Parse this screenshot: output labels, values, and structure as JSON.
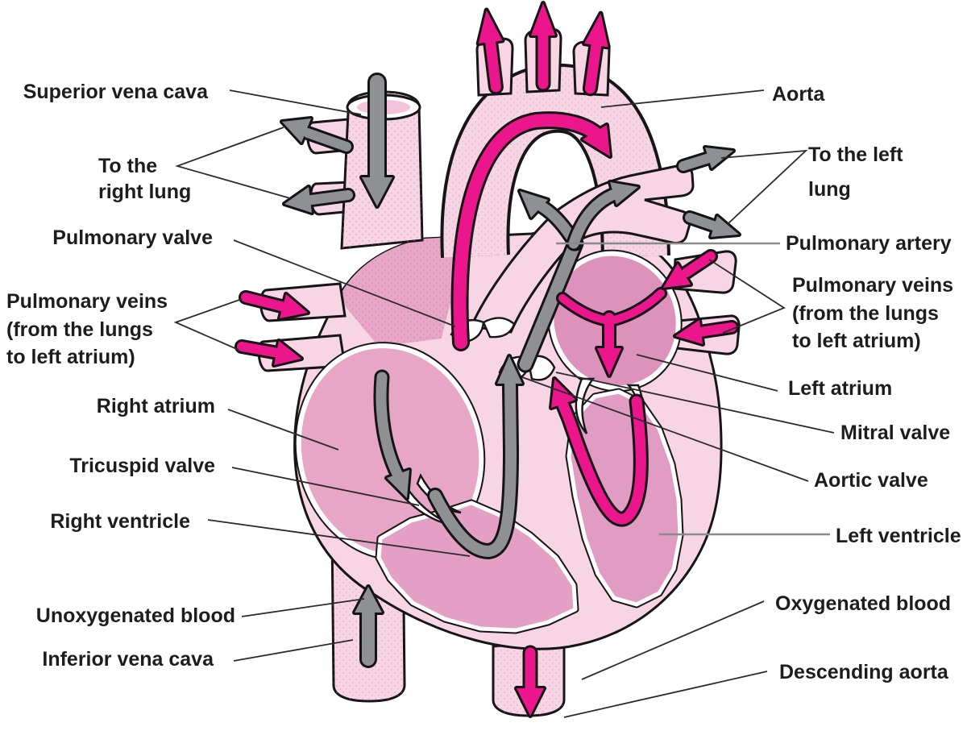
{
  "colors": {
    "background": "#ffffff",
    "heart_light_pink": "#f8d5e4",
    "right_chambers_pink": "#e7a6c6",
    "left_atrium_pink": "#dc92ba",
    "left_ventricle_pink": "#e09cc2",
    "oxygenated_arrow": "#ec168c",
    "unoxygenated_arrow": "#8f9093",
    "outline_black": "#161616",
    "label_text": "#1d1d1d",
    "leader_line": "#2b2b2b",
    "leader_line_gray": "#8a8a8a"
  },
  "labels": {
    "left": [
      {
        "id": "superior-vena-cava",
        "lines": [
          "Superior vena cava"
        ]
      },
      {
        "id": "to-the-right-lung",
        "lines": [
          "To the",
          "right lung"
        ]
      },
      {
        "id": "pulmonary-valve",
        "lines": [
          "Pulmonary valve"
        ]
      },
      {
        "id": "pulmonary-veins-left",
        "lines": [
          "Pulmonary veins",
          "(from the lungs",
          "to left atrium)"
        ]
      },
      {
        "id": "right-atrium",
        "lines": [
          "Right atrium"
        ]
      },
      {
        "id": "tricuspid-valve",
        "lines": [
          "Tricuspid valve"
        ]
      },
      {
        "id": "right-ventricle",
        "lines": [
          "Right ventricle"
        ]
      },
      {
        "id": "unoxygenated-blood",
        "lines": [
          "Unoxygenated blood"
        ]
      },
      {
        "id": "inferior-vena-cava",
        "lines": [
          "Inferior vena cava"
        ]
      }
    ],
    "right": [
      {
        "id": "aorta",
        "lines": [
          "Aorta"
        ]
      },
      {
        "id": "to-the-left-lung",
        "lines": [
          "To the left",
          "lung"
        ]
      },
      {
        "id": "pulmonary-artery",
        "lines": [
          "Pulmonary artery"
        ]
      },
      {
        "id": "pulmonary-veins-right",
        "lines": [
          "Pulmonary veins",
          "(from the lungs",
          "to left atrium)"
        ]
      },
      {
        "id": "left-atrium",
        "lines": [
          "Left atrium"
        ]
      },
      {
        "id": "mitral-valve",
        "lines": [
          "Mitral valve"
        ]
      },
      {
        "id": "aortic-valve",
        "lines": [
          "Aortic valve"
        ]
      },
      {
        "id": "left-ventricle",
        "lines": [
          "Left ventricle"
        ]
      },
      {
        "id": "oxygenated-blood",
        "lines": [
          "Oxygenated blood"
        ]
      },
      {
        "id": "descending-aorta",
        "lines": [
          "Descending aorta"
        ]
      }
    ]
  }
}
